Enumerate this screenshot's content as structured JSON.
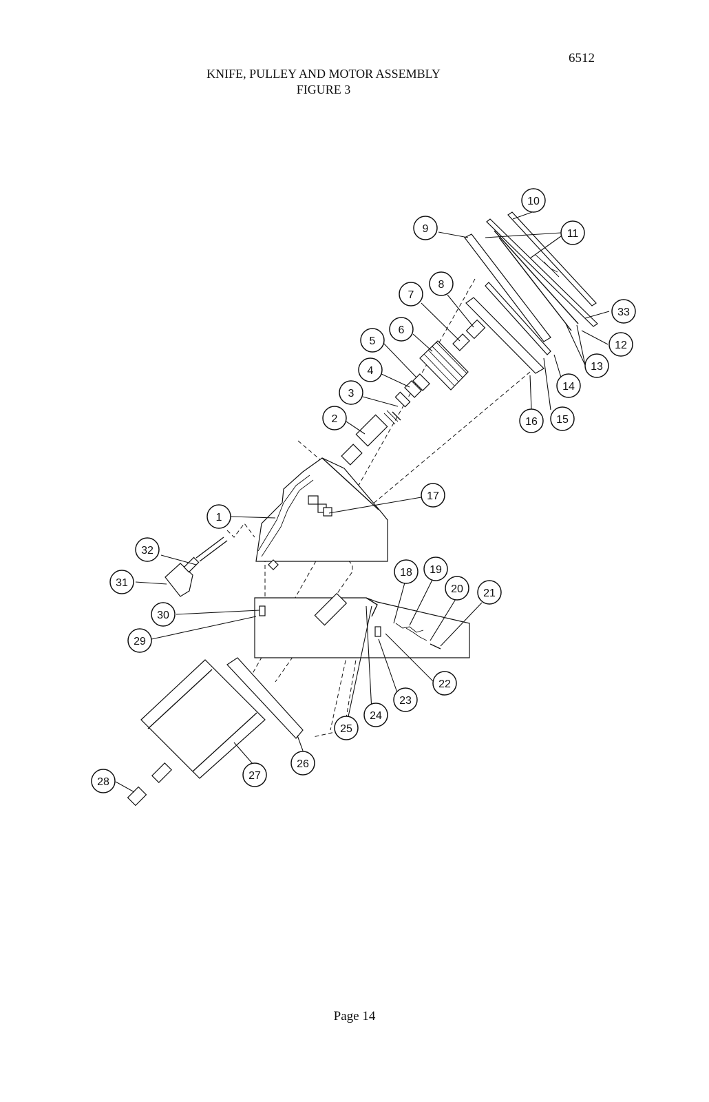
{
  "header": {
    "doc_number": "6512",
    "title": "KNIFE, PULLEY AND MOTOR ASSEMBLY",
    "figure": "FIGURE 3"
  },
  "diagram": {
    "callouts": [
      "1",
      "2",
      "3",
      "4",
      "5",
      "6",
      "7",
      "8",
      "9",
      "10",
      "11",
      "12",
      "13",
      "14",
      "15",
      "16",
      "17",
      "18",
      "19",
      "20",
      "21",
      "22",
      "23",
      "24",
      "25",
      "26",
      "27",
      "28",
      "29",
      "30",
      "31",
      "32",
      "33"
    ]
  },
  "footer": {
    "page": "Page 14"
  }
}
